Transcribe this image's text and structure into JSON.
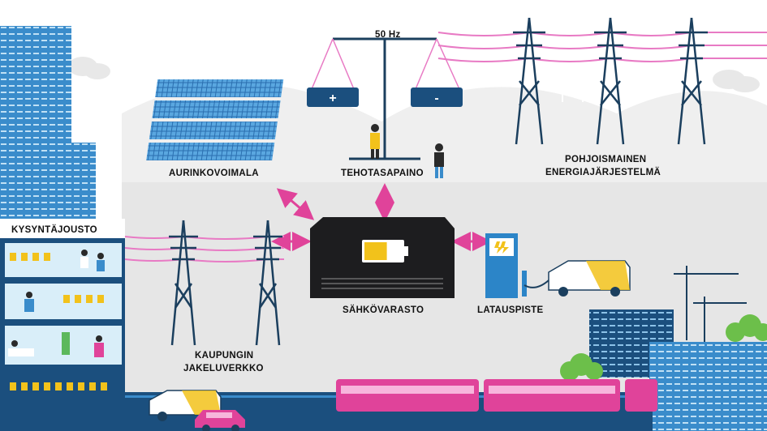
{
  "labels": {
    "frequency": "50 Hz",
    "plus_sign": "+",
    "minus_sign": "-",
    "solar_plant": "AURINKOVOIMALA",
    "power_balance": "TEHOTASAPAINO",
    "nordic_system_line1": "POHJOISMAINEN",
    "nordic_system_line2": "ENERGIAJÄRJESTELMÄ",
    "demand_response": "KYSYNTÄJOUSTO",
    "energy_storage": "SÄHKÖVARASTO",
    "charging_point": "LATAUSPISTE",
    "city_grid_line1": "KAUPUNGIN",
    "city_grid_line2": "JAKELUVERKKO"
  },
  "colors": {
    "accent_pink": "#e0439a",
    "line_pink": "#e87ac4",
    "navy": "#1b3f5e",
    "blue": "#3a8ccb",
    "yellow": "#f2c21b",
    "ground": "#e6e6e6",
    "storage_black": "#1d1d1f"
  },
  "battery_level": 0.6,
  "icons": {
    "battery": "battery-icon",
    "lightning": "lightning-icon",
    "arrows": "double-arrow-icon"
  }
}
